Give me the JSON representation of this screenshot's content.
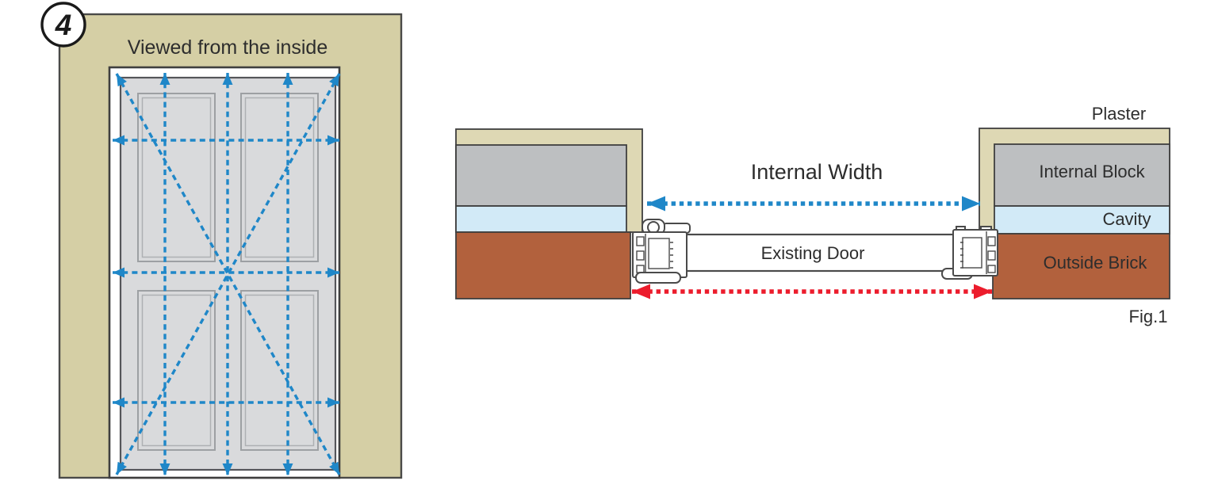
{
  "badge_number": "4",
  "inside_view_title": "Viewed from the inside",
  "fig1": {
    "internal_width": "Internal Width",
    "existing_door": "Existing Door",
    "plaster": "Plaster",
    "internal_block": "Internal Block",
    "cavity": "Cavity",
    "outside_brick": "Outside Brick",
    "caption": "Fig.1"
  },
  "colors": {
    "measurement_blue": "#1f87c8",
    "external_width_red": "#ec1c2c",
    "wall_tan": "#d5cfa5",
    "plaster_tan": "#ded8b4",
    "internal_block_grey": "#bdbfc1",
    "cavity_light_blue": "#d2eaf7",
    "outside_brick_brown": "#b2613d",
    "door_grey": "#d9dadc",
    "outline_dark": "#3f3f3f",
    "text_dark": "#2d2d2d"
  }
}
